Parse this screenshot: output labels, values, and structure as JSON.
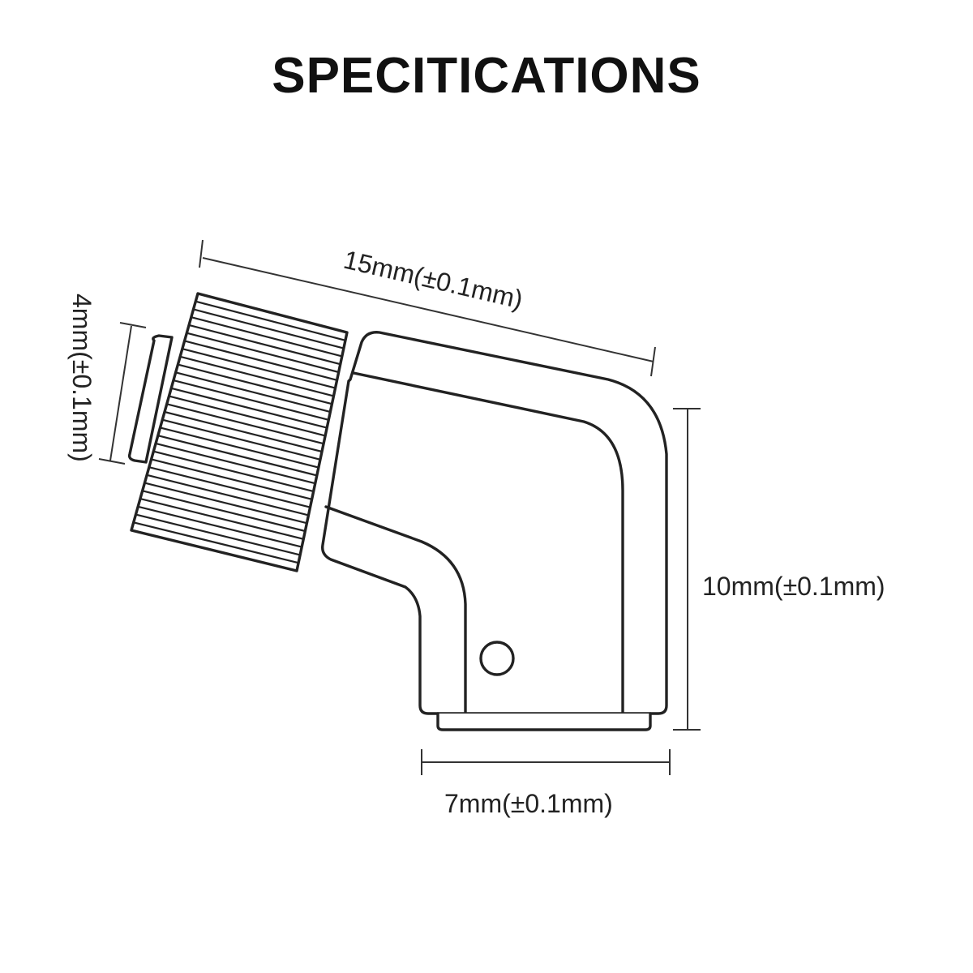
{
  "title": "SPECITICATIONS",
  "dimensions": {
    "length": "15mm(±0.1mm)",
    "thread_diameter": "4mm(±0.1mm)",
    "height": "10mm(±0.1mm)",
    "width": "7mm(±0.1mm)"
  },
  "colors": {
    "line": "#222222",
    "background": "#ffffff"
  }
}
